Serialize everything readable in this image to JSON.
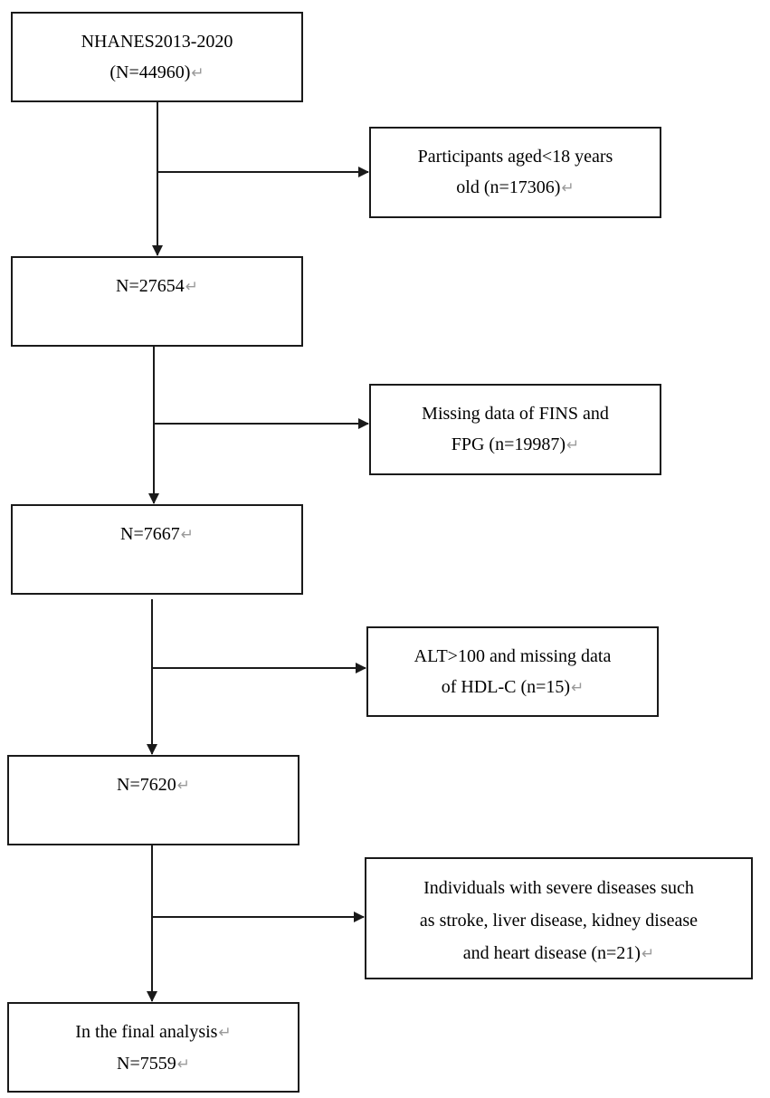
{
  "flow": {
    "start": {
      "lines": [
        "NHANES2013-2020",
        "(N=44960)"
      ],
      "return_marks": [
        false,
        true
      ]
    },
    "steps": [
      {
        "exclusion": {
          "lines": [
            "Participants aged<18 years",
            "old (n=17306)"
          ],
          "return_marks": [
            false,
            true
          ]
        },
        "remaining": {
          "lines": [
            "N=27654"
          ],
          "return_marks": [
            true
          ]
        }
      },
      {
        "exclusion": {
          "lines": [
            "Missing data of FINS and",
            "FPG (n=19987)"
          ],
          "return_marks": [
            false,
            true
          ]
        },
        "remaining": {
          "lines": [
            "N=7667"
          ],
          "return_marks": [
            true
          ]
        }
      },
      {
        "exclusion": {
          "lines": [
            "ALT>100 and missing data",
            "of HDL-C (n=15)"
          ],
          "return_marks": [
            false,
            true
          ]
        },
        "remaining": {
          "lines": [
            "N=7620"
          ],
          "return_marks": [
            true
          ]
        }
      },
      {
        "exclusion": {
          "lines": [
            "Individuals with severe diseases such",
            "as stroke, liver disease, kidney disease",
            "and heart disease (n=21)"
          ],
          "return_marks": [
            false,
            false,
            true
          ]
        },
        "remaining": {
          "lines": [
            "In the final analysis",
            "N=7559"
          ],
          "return_marks": [
            true,
            true
          ]
        }
      }
    ]
  },
  "symbols": {
    "return_mark": "↵"
  },
  "colors": {
    "line": "#1a1a1a",
    "return_mark": "#9a9a9a",
    "background": "#ffffff"
  }
}
